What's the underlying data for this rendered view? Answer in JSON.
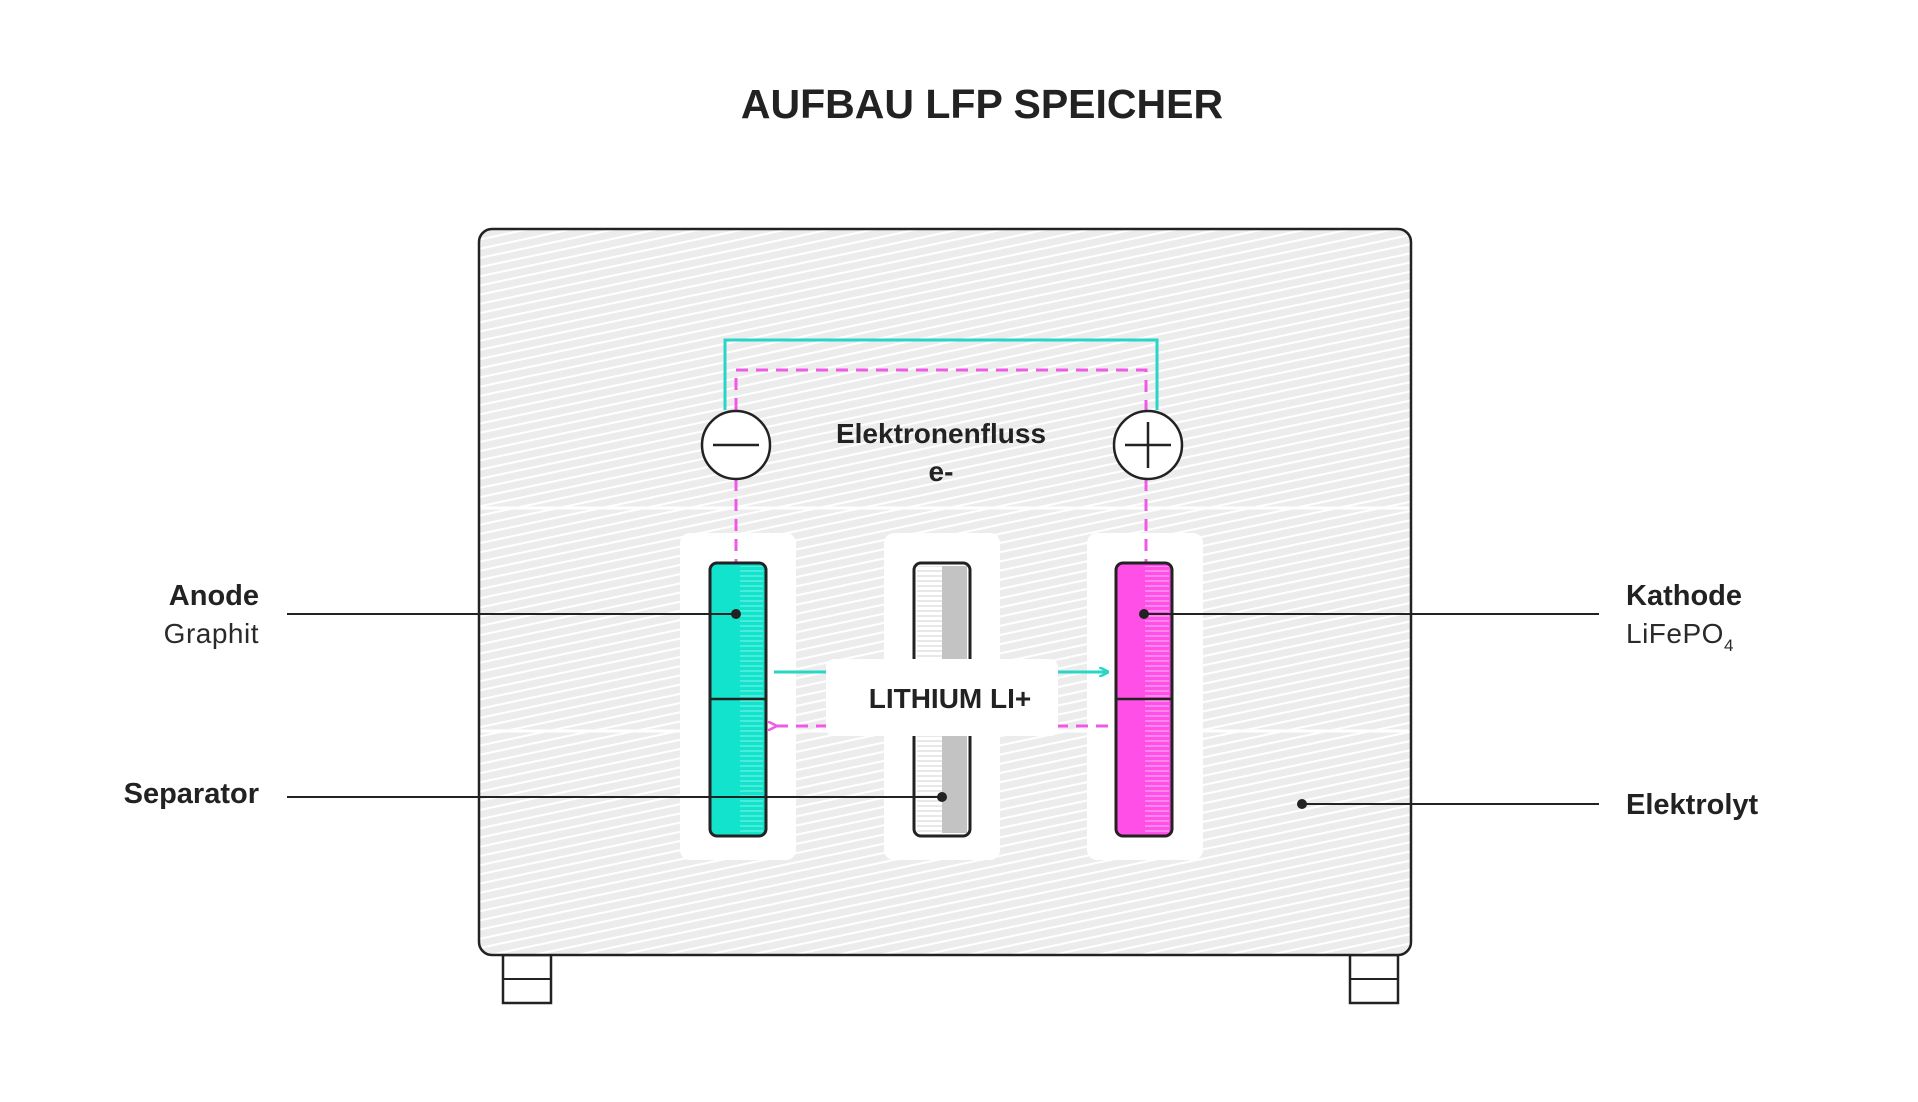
{
  "title": "AUFBAU LFP SPEICHER",
  "electron_flow": {
    "label": "Elektronenfluss",
    "symbol": "e-"
  },
  "ion_label": "LITHIUM LI+",
  "labels": {
    "anode": {
      "name": "Anode",
      "material": "Graphit"
    },
    "kathode": {
      "name": "Kathode",
      "material_base": "LiFePO",
      "material_subscript": "4"
    },
    "separator": {
      "name": "Separator"
    },
    "elektrolyt": {
      "name": "Elektrolyt"
    }
  },
  "terminals": {
    "negative": {
      "symbol": "minus-sign"
    },
    "positive": {
      "symbol": "plus-sign"
    }
  },
  "colors": {
    "anode": "#12e3cc",
    "kathode": "#ff4fe6",
    "electron_line": "#27d6c8",
    "dashed_line": "#ef59e6",
    "separator": "#c3c3c3",
    "housing_fill": "#ececec",
    "outline": "#222222"
  }
}
